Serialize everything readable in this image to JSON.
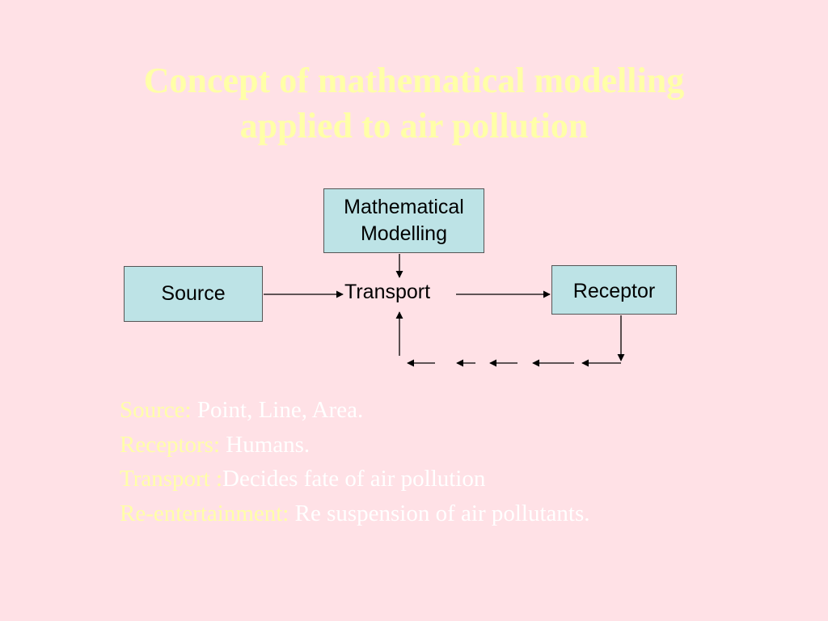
{
  "title": {
    "line1": "Concept of mathematical modelling",
    "line2": "applied to air pollution"
  },
  "diagram": {
    "model_line1": "Mathematical",
    "model_line2": "Modelling",
    "source": "Source",
    "transport": "Transport",
    "receptor": "Receptor"
  },
  "notes": [
    {
      "key": "Source:",
      "value": " Point, Line, Area."
    },
    {
      "key": "Receptors:",
      "value": " Humans."
    },
    {
      "key": "Transport :",
      "value": "Decides fate of air pollution"
    },
    {
      "key": "Re-entertainment:",
      "value": " Re suspension of air pollutants."
    }
  ],
  "colors": {
    "background": "#ffe1e6",
    "title": "#ffffa8",
    "box_fill": "#bde3e6",
    "note_value": "#ffffff"
  }
}
